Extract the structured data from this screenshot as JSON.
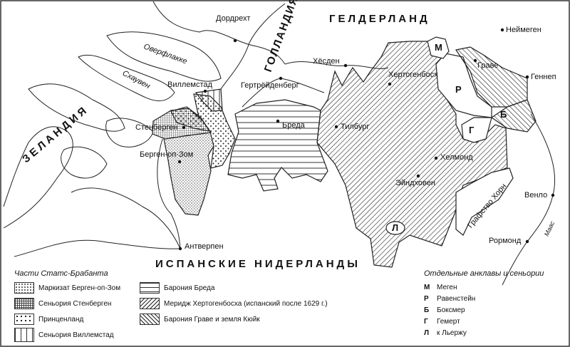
{
  "regions": {
    "gelderland": "ГЕЛДЕРЛАНД",
    "holland": "ГОЛЛАНДИЯ",
    "zeeland": "ЗЕЛАНДИЯ",
    "spanish_netherlands": "ИСПАНСКИЕ НИДЕРЛАНДЫ"
  },
  "islands": {
    "overflakkee": "Оверфлакке",
    "schouwen": "Схаувен"
  },
  "areas": {
    "horn": "Графство Хорн",
    "maas": "Маас"
  },
  "cities": [
    {
      "name": "Дордрехт"
    },
    {
      "name": "Неймеген"
    },
    {
      "name": "Хёсден"
    },
    {
      "name": "Хертогенбосх"
    },
    {
      "name": "Граве"
    },
    {
      "name": "Геннеп"
    },
    {
      "name": "Виллемстад"
    },
    {
      "name": "Гертрёйденберг"
    },
    {
      "name": "Бреда"
    },
    {
      "name": "Тилбург"
    },
    {
      "name": "Стенберген"
    },
    {
      "name": "Берген-оп-Зом"
    },
    {
      "name": "Хелмонд"
    },
    {
      "name": "Эйндховен"
    },
    {
      "name": "Венло"
    },
    {
      "name": "Рормонд"
    },
    {
      "name": "Антверпен"
    }
  ],
  "enclave_marks": [
    "М",
    "Р",
    "Б",
    "Г",
    "Л"
  ],
  "legend_left": {
    "title": "Части Статс-Брабанта",
    "items": [
      {
        "pattern": "dense-dots",
        "label": "Маркизат Берген-оп-Зом"
      },
      {
        "pattern": "grid",
        "label": "Сеньория Стенберген"
      },
      {
        "pattern": "dots",
        "label": "Принценланд"
      },
      {
        "pattern": "vertical",
        "label": "Сеньория Виллемстад"
      },
      {
        "pattern": "horizontal",
        "label": "Барония Бреда"
      },
      {
        "pattern": "diag-right",
        "label": "Меридж Хертогенбосха (испанский после 1629 г.)"
      },
      {
        "pattern": "diag-left",
        "label": "Барония Граве и земля Кюйк"
      }
    ]
  },
  "legend_right": {
    "title": "Отдельные анклавы и сеньории",
    "items": [
      {
        "key": "М",
        "label": "Меген"
      },
      {
        "key": "Р",
        "label": "Равенстейн"
      },
      {
        "key": "Б",
        "label": "Боксмер"
      },
      {
        "key": "Г",
        "label": "Гемерт"
      },
      {
        "key": "Л",
        "label": "к Льержу"
      }
    ]
  }
}
